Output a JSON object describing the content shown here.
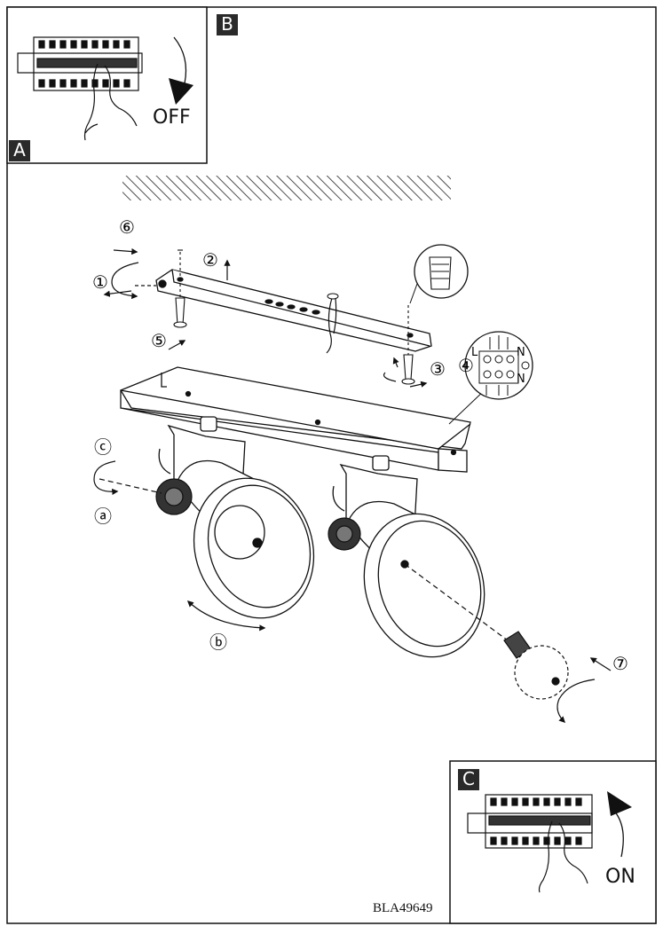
{
  "panels": {
    "b": {
      "label": "B",
      "action": "OFF"
    },
    "a": {
      "label": "A"
    },
    "c": {
      "label": "C",
      "action": "ON"
    }
  },
  "steps": [
    "①",
    "②",
    "③",
    "④",
    "⑤",
    "⑥",
    "⑦"
  ],
  "parts": [
    "ⓐ",
    "ⓑ",
    "ⓒ"
  ],
  "terminal": {
    "l": "L",
    "n1": "N",
    "n2": "N"
  },
  "product_code": "BLA49649"
}
